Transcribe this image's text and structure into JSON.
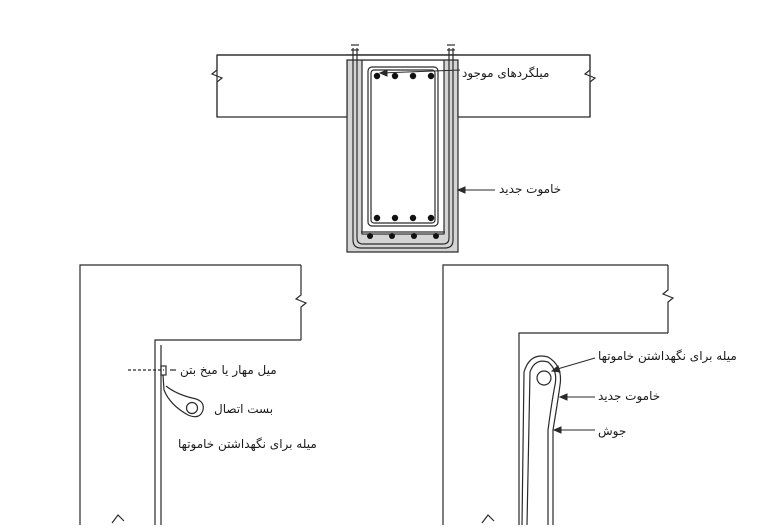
{
  "labels": {
    "existing_bars": "میلگردهای موجود",
    "new_stirrup_top": "خاموت جدید",
    "anchor_bolt": "میل مهار یا میخ بتن",
    "connection_clamp": "بست اتصال",
    "holding_rod_left": "میله برای نگهداشتن خاموتها",
    "holding_rod_right": "میله برای نگهداشتن خاموتها",
    "new_stirrup_right": "خاموت جدید",
    "weld": "جوش"
  },
  "colors": {
    "line": "#2a2a2a",
    "jacket_fill": "#d4d4d4",
    "bar_fill": "#111111"
  }
}
